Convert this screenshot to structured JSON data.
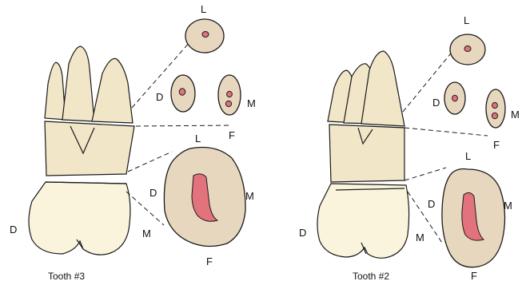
{
  "tooth3": {
    "caption": "Tooth #3",
    "labels": {
      "L_top": "L",
      "D_mid": "D",
      "M_mid": "M",
      "F_mid": "F",
      "L_bot": "L",
      "D_bot": "D",
      "M_bot": "M",
      "F_bot": "F",
      "D_side": "D",
      "M_side": "M"
    }
  },
  "tooth2": {
    "caption": "Tooth #2",
    "labels": {
      "L_top": "L",
      "D_mid": "D",
      "M_mid": "M",
      "F_mid": "F",
      "L_bot": "L",
      "D_bot": "D",
      "M_bot": "M",
      "F_bot": "F",
      "D_side": "D",
      "M_side": "M"
    }
  },
  "colors": {
    "root": "#f1e6c8",
    "crown": "#fbf4dc",
    "section": "#e7d7bf",
    "canal": "#e2727c"
  }
}
